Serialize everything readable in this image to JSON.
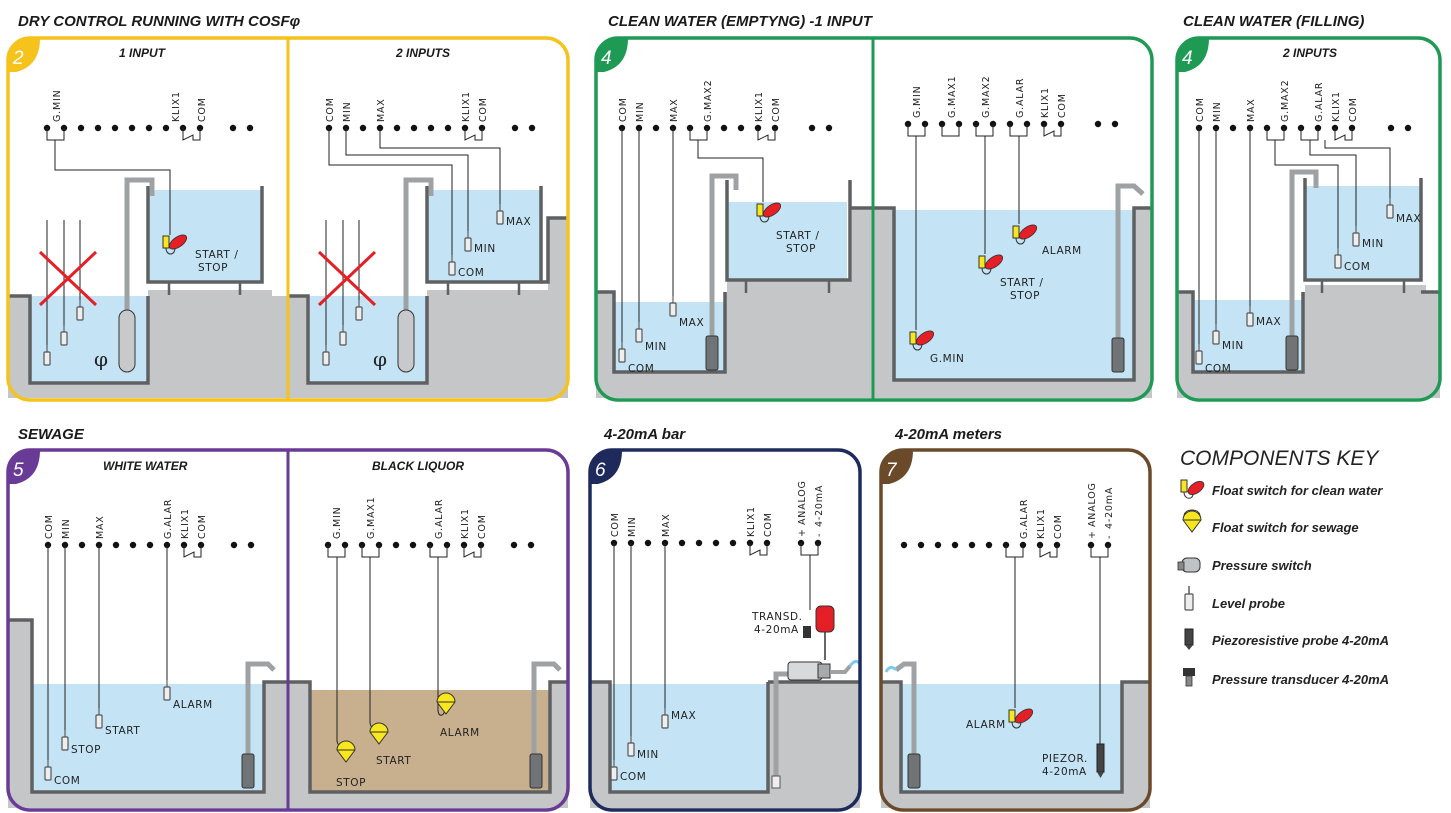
{
  "sections": {
    "dry": "DRY CONTROL RUNNING WITH COSFφ",
    "empty": "CLEAN WATER (EMPTYNG) -1 INPUT",
    "filling": "CLEAN WATER (FILLING)",
    "sewage": "SEWAGE",
    "bar": "4-20mA bar",
    "meters": "4-20mA meters"
  },
  "badges": {
    "dry": "2",
    "empty": "4",
    "filling": "4",
    "sewage": "5",
    "bar": "6",
    "meters": "7"
  },
  "subtitles": {
    "one_input": "1 INPUT",
    "two_inputs": "2 INPUTS",
    "fill_two_inputs": "2 INPUTS",
    "white": "WHITE WATER",
    "black": "BLACK LIQUOR"
  },
  "terminals": {
    "com": "COM",
    "min": "MIN",
    "max": "MAX",
    "gmin": "G.MIN",
    "gmax1": "G.MAX1",
    "gmax2": "G.MAX2",
    "galar": "G.ALAR",
    "klix1": "KLIX1",
    "analog": "ANALOG",
    "ma": "4-20mA",
    "plus": "+",
    "minus": "-"
  },
  "labels": {
    "start": "START",
    "stop": "STOP",
    "start_stop_1": "START /",
    "start_stop_2": "STOP",
    "alarm": "ALARM",
    "max": "MAX",
    "min": "MIN",
    "com": "COM",
    "gmin": "G.MIN",
    "transd_1": "TRANSD.",
    "transd_2": "4-20mA",
    "piezor_1": "PIEZOR.",
    "piezor_2": "4-20mA",
    "phi": "φ"
  },
  "key": {
    "title": "COMPONENTS KEY",
    "items": [
      "Float switch for clean water",
      "Float switch for sewage",
      "Pressure switch",
      "Level probe",
      "Piezoresistive probe 4-20mA",
      "Pressure transducer 4-20mA"
    ]
  },
  "colors": {
    "yellow": "#f6c21c",
    "green": "#1f9a55",
    "purple": "#6a3b96",
    "navy": "#1f2a5c",
    "brown": "#6b4a2a",
    "water": "#c4e4f5",
    "sludge": "#c8b08e",
    "ground": "#c4c6c8",
    "float_red": "#e41f26",
    "float_yellow": "#f8e71c"
  }
}
